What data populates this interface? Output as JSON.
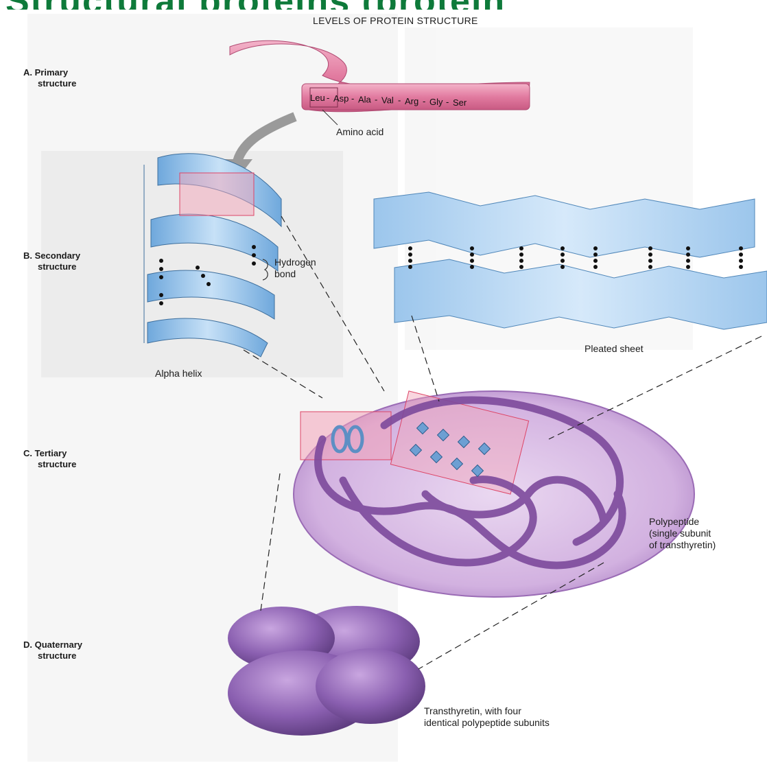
{
  "banner": "Structural proteins (protein",
  "title": "LEVELS OF PROTEIN STRUCTURE",
  "sections": {
    "primary": {
      "letter": "A.",
      "line1": "Primary",
      "line2": "structure"
    },
    "secondary": {
      "letter": "B.",
      "line1": "Secondary",
      "line2": "structure"
    },
    "tertiary": {
      "letter": "C.",
      "line1": "Tertiary",
      "line2": "structure"
    },
    "quaternary": {
      "letter": "D.",
      "line1": "Quaternary",
      "line2": "structure"
    }
  },
  "amino_acids": [
    "Leu",
    "Asp",
    "Ala",
    "Val",
    "Arg",
    "Gly",
    "Ser"
  ],
  "labels": {
    "amino_acid": "Amino acid",
    "hydrogen_bond_1": "Hydrogen",
    "hydrogen_bond_2": "bond",
    "alpha_helix": "Alpha helix",
    "pleated_sheet": "Pleated sheet",
    "polypeptide_1": "Polypeptide",
    "polypeptide_2": "(single subunit",
    "polypeptide_3": "of transthyretin)",
    "transthyretin_1": "Transthyretin, with four",
    "transthyretin_2": "identical polypeptide subunits"
  },
  "colors": {
    "ribbon_pink": "#e27ba0",
    "helix_blue": "#8fc0ea",
    "sheet_blue": "#a9d0f1",
    "tertiary_purple": "#b58ac8",
    "quaternary_purple": "#8a5fb0",
    "banner_green": "#0e7a3a"
  }
}
